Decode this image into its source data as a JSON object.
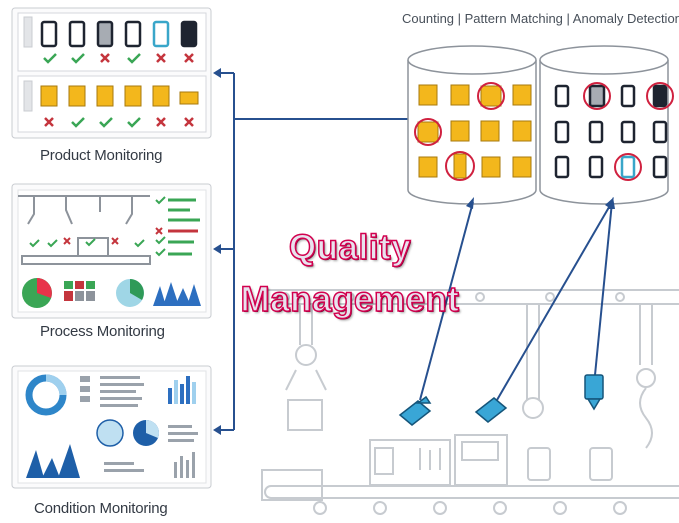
{
  "header": {
    "techniques": "Counting | Pattern Matching | Anomaly Detection"
  },
  "title": {
    "line1": "Quality",
    "line2": "Management"
  },
  "panels": [
    {
      "caption": "Product Monitoring"
    },
    {
      "caption": "Process Monitoring"
    },
    {
      "caption": "Condition Monitoring"
    }
  ],
  "colors": {
    "accent": "#d2004e",
    "box": "#f3b71c",
    "arrow": "#27508f",
    "check": "#3aa655",
    "cross": "#c4353d"
  },
  "icons": [
    "check-icon",
    "cross-icon",
    "box-icon",
    "device-icon",
    "camera-icon",
    "robot-arm-icon",
    "conveyor-icon",
    "database-icon"
  ]
}
